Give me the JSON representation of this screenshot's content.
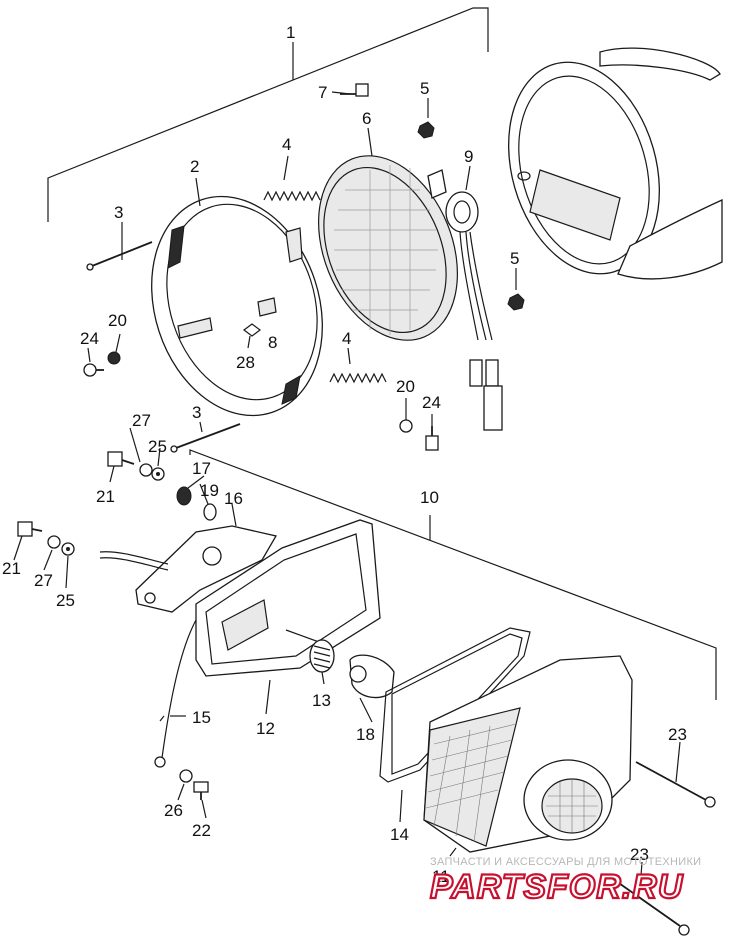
{
  "callouts": [
    {
      "id": "c1",
      "text": "1"
    },
    {
      "id": "c2",
      "text": "2"
    },
    {
      "id": "c3a",
      "text": "3"
    },
    {
      "id": "c3b",
      "text": "3"
    },
    {
      "id": "c4a",
      "text": "4"
    },
    {
      "id": "c4b",
      "text": "4"
    },
    {
      "id": "c5a",
      "text": "5"
    },
    {
      "id": "c5b",
      "text": "5"
    },
    {
      "id": "c6",
      "text": "6"
    },
    {
      "id": "c7",
      "text": "7"
    },
    {
      "id": "c8",
      "text": "8"
    },
    {
      "id": "c9",
      "text": "9"
    },
    {
      "id": "c10",
      "text": "10"
    },
    {
      "id": "c11",
      "text": "11"
    },
    {
      "id": "c12",
      "text": "12"
    },
    {
      "id": "c13",
      "text": "13"
    },
    {
      "id": "c14",
      "text": "14"
    },
    {
      "id": "c15",
      "text": "15"
    },
    {
      "id": "c16",
      "text": "16"
    },
    {
      "id": "c17",
      "text": "17"
    },
    {
      "id": "c18",
      "text": "18"
    },
    {
      "id": "c19",
      "text": "19"
    },
    {
      "id": "c20a",
      "text": "20"
    },
    {
      "id": "c20b",
      "text": "20"
    },
    {
      "id": "c21a",
      "text": "21"
    },
    {
      "id": "c21b",
      "text": "21"
    },
    {
      "id": "c22",
      "text": "22"
    },
    {
      "id": "c23a",
      "text": "23"
    },
    {
      "id": "c23b",
      "text": "23"
    },
    {
      "id": "c24a",
      "text": "24"
    },
    {
      "id": "c24b",
      "text": "24"
    },
    {
      "id": "c25a",
      "text": "25"
    },
    {
      "id": "c25b",
      "text": "25"
    },
    {
      "id": "c26",
      "text": "26"
    },
    {
      "id": "c27a",
      "text": "27"
    },
    {
      "id": "c27b",
      "text": "27"
    },
    {
      "id": "c28",
      "text": "28"
    }
  ],
  "watermark": {
    "tagline": "ЗАПЧАСТИ И АКСЕССУАРЫ ДЛЯ МОТОТЕХНИКИ",
    "brand": "PARTSFOR.RU",
    "brand_color": "#c8102e"
  }
}
